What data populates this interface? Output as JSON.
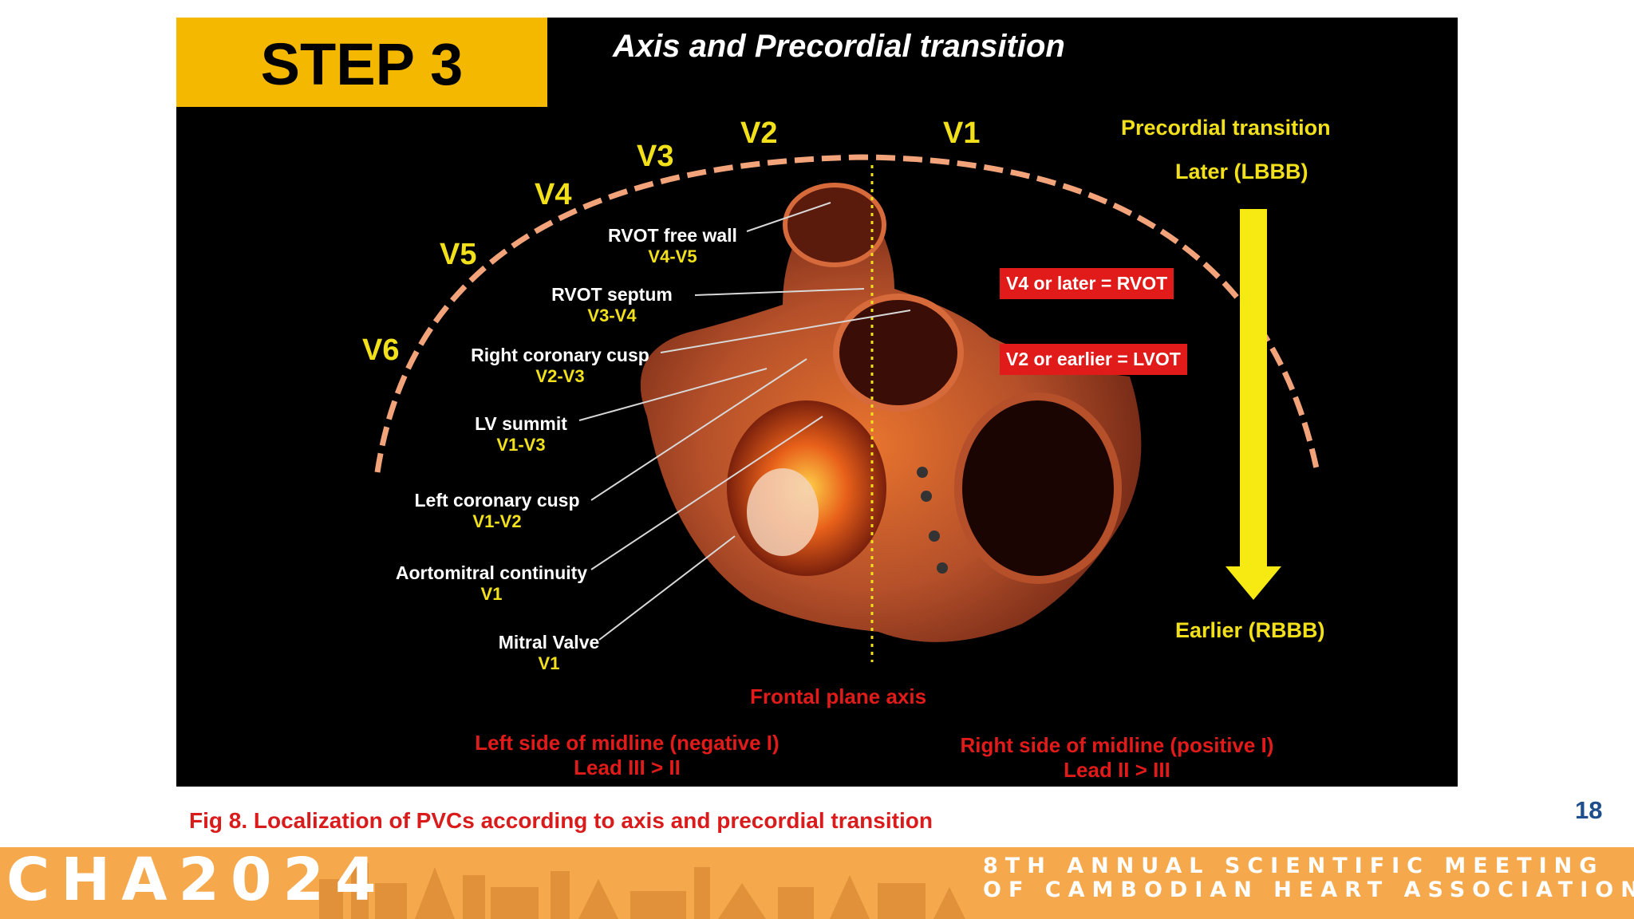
{
  "step_label": "STEP 3",
  "figure_title": "Axis and Precordial transition",
  "leads": [
    "V6",
    "V5",
    "V4",
    "V3",
    "V2",
    "V1"
  ],
  "transition": {
    "title": "Precordial transition",
    "later": "Later (LBBB)",
    "earlier": "Earlier (RBBB)"
  },
  "rules": {
    "rvot": "V4 or later = RVOT",
    "lvot": "V2 or earlier = LVOT"
  },
  "sites": [
    {
      "name": "RVOT free wall",
      "leads": "V4-V5"
    },
    {
      "name": "RVOT septum",
      "leads": "V3-V4"
    },
    {
      "name": "Right coronary cusp",
      "leads": "V2-V3"
    },
    {
      "name": "LV summit",
      "leads": "V1-V3"
    },
    {
      "name": "Left coronary cusp",
      "leads": "V1-V2"
    },
    {
      "name": "Aortomitral continuity",
      "leads": "V1"
    },
    {
      "name": "Mitral Valve",
      "leads": "V1"
    }
  ],
  "axis": {
    "title": "Frontal plane axis",
    "left_line1": "Left side of midline (negative I)",
    "left_line2": "Lead III > II",
    "right_line1": "Right side of midline (positive I)",
    "right_line2": "Lead II > III"
  },
  "caption": "Fig 8. Localization of PVCs according to axis and precordial transition",
  "page_number": "18",
  "banner": {
    "logo": "CHA2024",
    "line1": "8TH ANNUAL SCIENTIFIC MEETING",
    "line2": "OF CAMBODIAN HEART ASSOCIATION"
  },
  "colors": {
    "step_bg": "#f5b800",
    "label_yellow": "#f2e11a",
    "label_red": "#e11a1a",
    "banner_bg": "#f5a94c",
    "page_number": "#1f4e8c"
  }
}
